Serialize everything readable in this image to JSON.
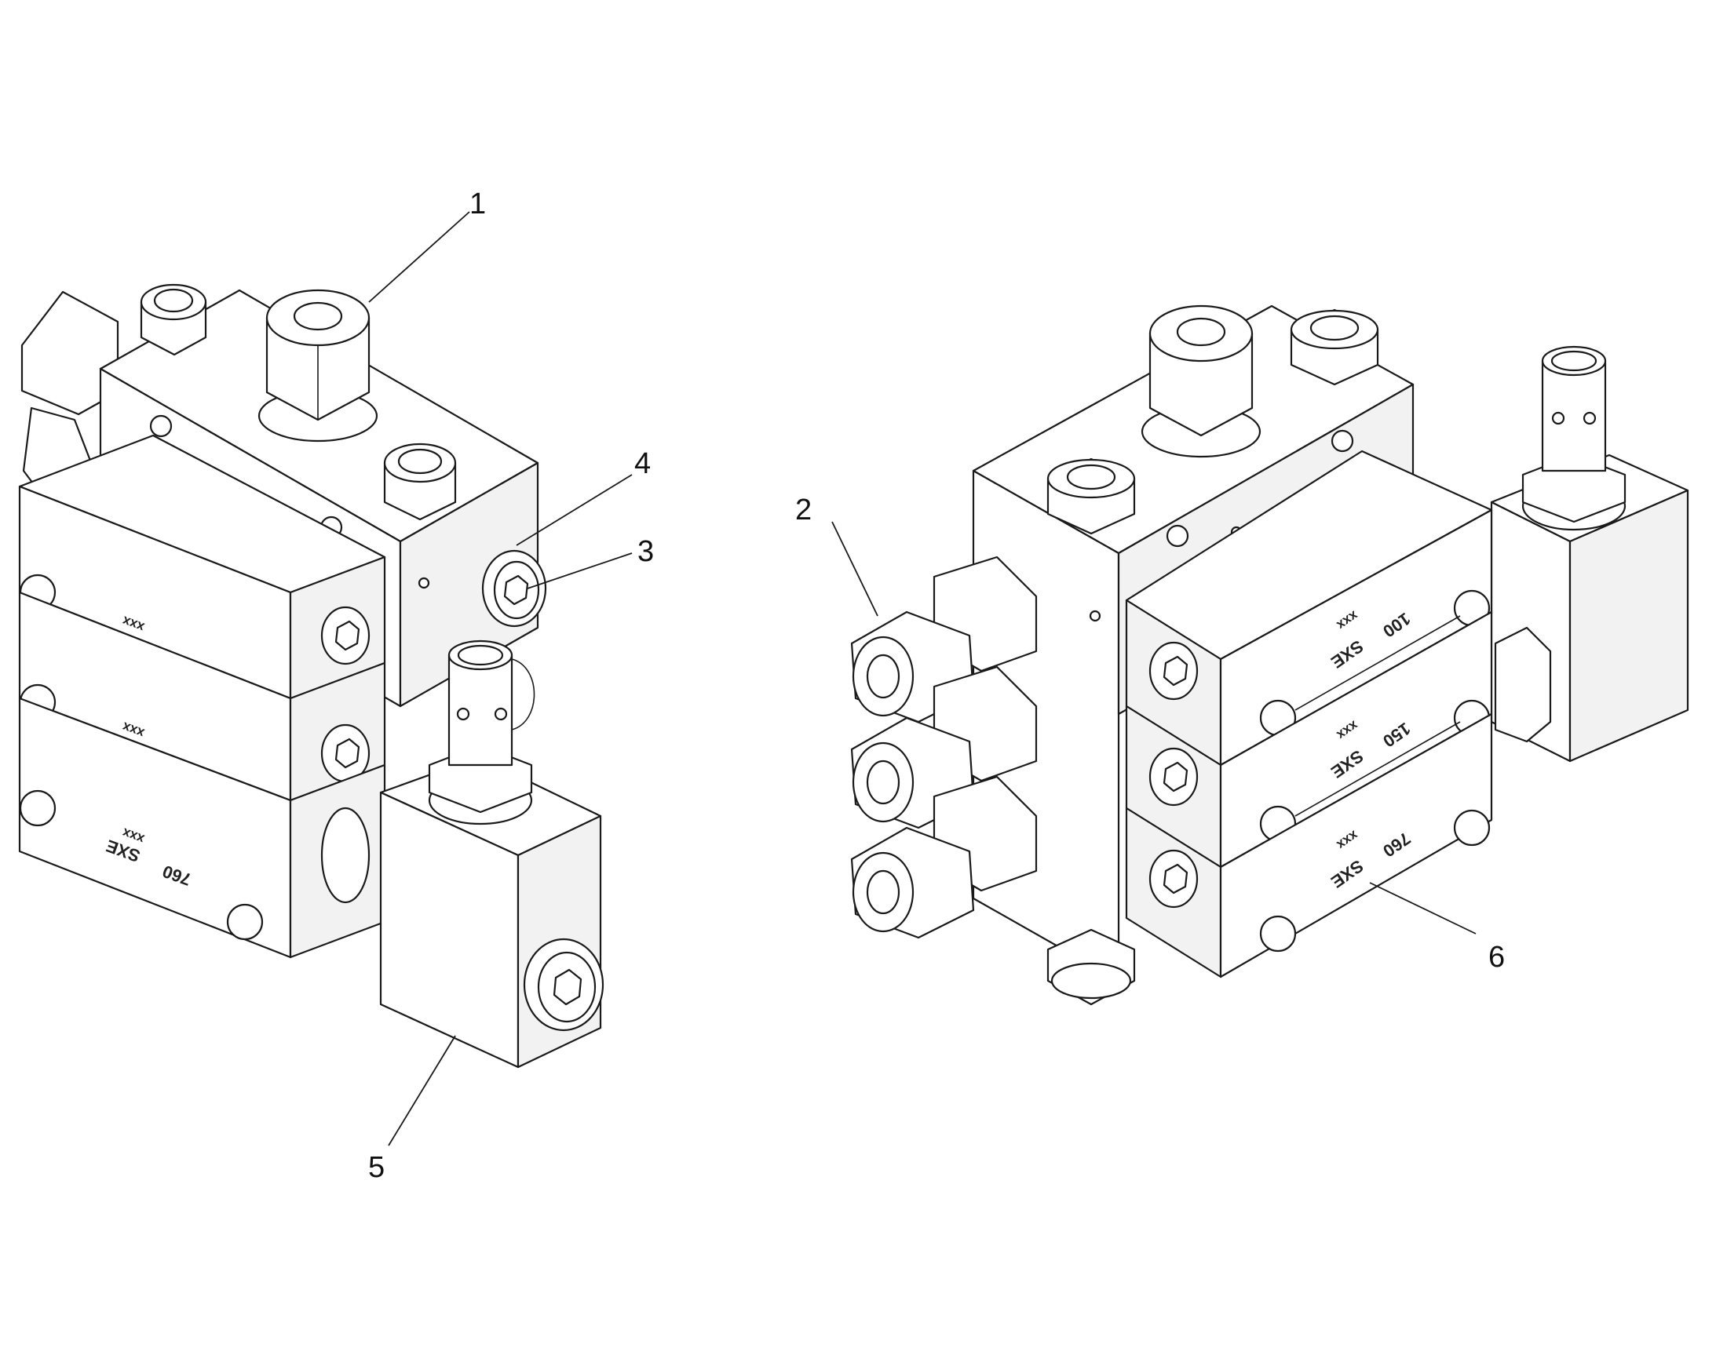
{
  "callouts": [
    {
      "label": "1"
    },
    {
      "label": "2"
    },
    {
      "label": "3"
    },
    {
      "label": "4"
    },
    {
      "label": "5"
    },
    {
      "label": "6"
    }
  ],
  "engravings": {
    "brand": "SXE",
    "code": "xxx",
    "sizes": [
      "100",
      "150",
      "760"
    ]
  }
}
